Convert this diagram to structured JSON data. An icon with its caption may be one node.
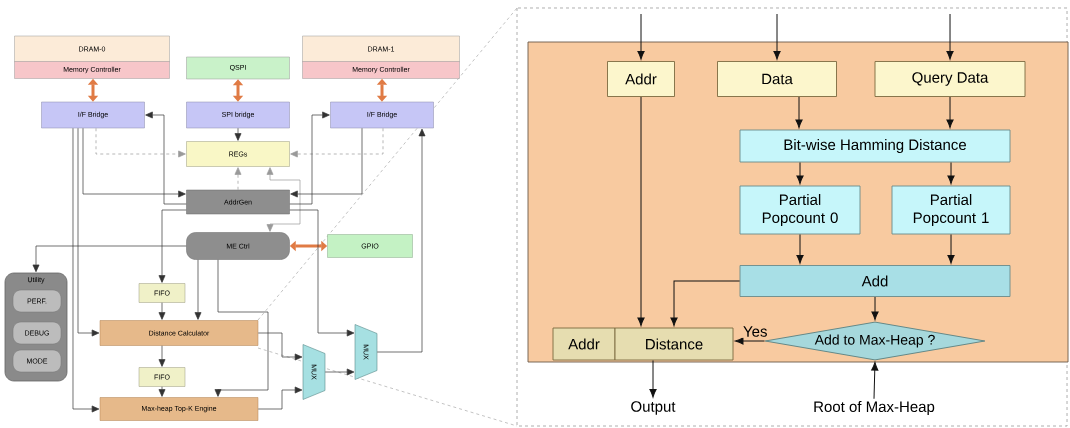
{
  "diagram": {
    "nodes": [
      {
        "text": [
          "DRAM-0"
        ]
      },
      {
        "text": [
          "Memory Controller"
        ]
      },
      {
        "text": [
          "QSPI"
        ]
      },
      {
        "text": [
          "DRAM-1"
        ]
      },
      {
        "text": [
          "Memory Controller"
        ]
      },
      {
        "text": [
          "I/F Bridge"
        ]
      },
      {
        "text": [
          "SPI bridge"
        ]
      },
      {
        "text": [
          "I/F Bridge"
        ]
      },
      {
        "text": [
          "REGs"
        ]
      },
      {
        "text": [
          "AddrGen"
        ]
      },
      {
        "text": [
          "ME Ctrl"
        ]
      },
      {
        "text": [
          "GPIO"
        ]
      },
      {
        "text": [
          "Utility"
        ]
      },
      {
        "text": [
          "PERF."
        ],
        "in": 12
      },
      {
        "text": [
          "DEBUG"
        ],
        "in": 12
      },
      {
        "text": [
          "MODE"
        ],
        "in": 12
      },
      {
        "text": [
          "FIFO"
        ]
      },
      {
        "text": [
          "Distance Calculator"
        ]
      },
      {
        "text": [
          "FIFO"
        ]
      },
      {
        "text": [
          "Max-heap Top-K Engine"
        ]
      },
      {
        "text": [
          "MUX"
        ]
      },
      {
        "text": [
          "MUX"
        ]
      },
      {
        "text": [],
        "shape": "box"
      },
      {
        "text": [
          "Addr"
        ],
        "in": 22
      },
      {
        "text": [
          "Data"
        ],
        "in": 22
      },
      {
        "text": [
          "Query Data"
        ],
        "in": 22
      },
      {
        "text": [
          "Bit-wise Hamming Distance"
        ],
        "in": 22
      },
      {
        "text": [
          "Partial Popcount 0"
        ],
        "in": 22
      },
      {
        "text": [
          "Partial Popcount 1"
        ],
        "in": 22
      },
      {
        "text": [
          "Add"
        ],
        "in": 22
      },
      {
        "text": [
          "Addr"
        ],
        "in": 22
      },
      {
        "text": [
          "Distance"
        ],
        "in": 22
      },
      {
        "text": [
          "Add to Max-Heap ?"
        ],
        "in": 22
      },
      {
        "text": [
          "Output"
        ]
      },
      {
        "text": [
          "Root of Max-Heap"
        ]
      }
    ],
    "edges": [
      {
        "from": 1,
        "to": 5,
        "arrow": "both",
        "style": "thick",
        "color": "#e07b45"
      },
      {
        "from": 2,
        "to": 6,
        "arrow": "both",
        "style": "thick",
        "color": "#e07b45"
      },
      {
        "from": 4,
        "to": 7,
        "arrow": "both",
        "style": "thick",
        "color": "#e07b45"
      },
      {
        "from": 10,
        "to": 11,
        "arrow": "both",
        "style": "thick",
        "color": "#e07b45"
      },
      {
        "from": 6,
        "to": 8,
        "arrow": "to"
      },
      {
        "from": 5,
        "to": 8,
        "arrow": "to",
        "style": "dashed",
        "color": "#9a9a9a"
      },
      {
        "from": 7,
        "to": 8,
        "arrow": "to",
        "style": "dashed",
        "color": "#9a9a9a"
      },
      {
        "from": 9,
        "to": 8,
        "arrow": "to",
        "style": "dashed",
        "color": "#9a9a9a"
      },
      {
        "from": 8,
        "to": 10,
        "arrow": "both",
        "color": "#9a9a9a"
      },
      {
        "from": 5,
        "to": 9,
        "arrow": "to"
      },
      {
        "from": 9,
        "to": 5,
        "arrow": "to"
      },
      {
        "from": 9,
        "to": 7,
        "arrow": "to"
      },
      {
        "from": 7,
        "to": 9,
        "arrow": "to"
      },
      {
        "from": 9,
        "to": 16,
        "arrow": "to"
      },
      {
        "from": 9,
        "to": 21,
        "arrow": "to"
      },
      {
        "from": 10,
        "to": 12,
        "arrow": "to"
      },
      {
        "from": 10,
        "to": 17,
        "arrow": "to"
      },
      {
        "from": 10,
        "to": 19,
        "arrow": "to"
      },
      {
        "from": 16,
        "to": 17,
        "arrow": "to"
      },
      {
        "from": 17,
        "to": 18,
        "arrow": "to"
      },
      {
        "from": 18,
        "to": 19,
        "arrow": "to"
      },
      {
        "from": 5,
        "to": 17,
        "arrow": "to"
      },
      {
        "from": 5,
        "to": 19,
        "arrow": "to"
      },
      {
        "from": 17,
        "to": 20,
        "arrow": "to"
      },
      {
        "from": 19,
        "to": 20,
        "arrow": "to"
      },
      {
        "from": 20,
        "to": 21,
        "arrow": "to"
      },
      {
        "from": 21,
        "to": 7,
        "arrow": "to"
      },
      {
        "from": null,
        "to": 23,
        "arrow": "to"
      },
      {
        "from": null,
        "to": 24,
        "arrow": "to"
      },
      {
        "from": null,
        "to": 25,
        "arrow": "to"
      },
      {
        "from": 23,
        "to": 31,
        "arrow": "to"
      },
      {
        "from": 24,
        "to": 26,
        "arrow": "to"
      },
      {
        "from": 25,
        "to": 26,
        "arrow": "to"
      },
      {
        "from": 26,
        "to": 27,
        "arrow": "to"
      },
      {
        "from": 26,
        "to": 28,
        "arrow": "to"
      },
      {
        "from": 27,
        "to": 29,
        "arrow": "to"
      },
      {
        "from": 28,
        "to": 29,
        "arrow": "to"
      },
      {
        "from": 29,
        "to": 31,
        "arrow": "to"
      },
      {
        "from": 29,
        "to": 32,
        "arrow": "to"
      },
      {
        "from": 32,
        "to": 31,
        "arrow": "to",
        "label": "Yes"
      },
      {
        "from": 31,
        "to": 33,
        "arrow": "to"
      },
      {
        "from": 34,
        "to": 32,
        "arrow": "to"
      }
    ]
  }
}
